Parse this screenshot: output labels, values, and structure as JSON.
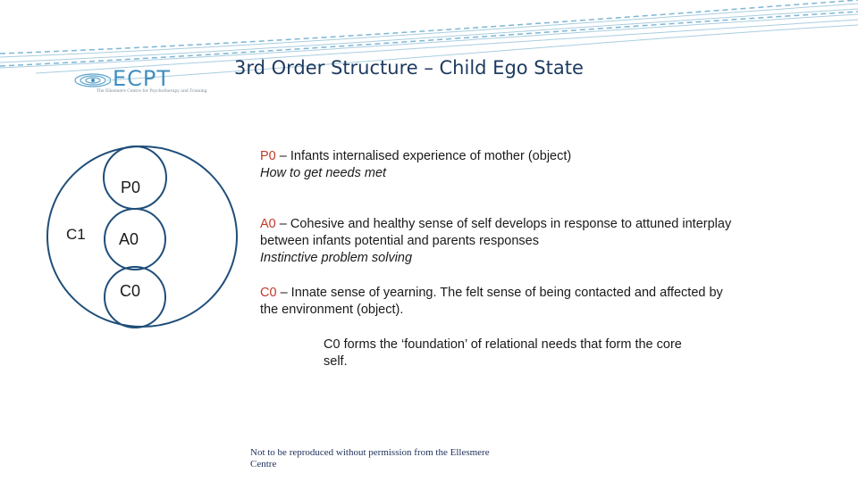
{
  "header": {
    "logo_text": "ECPT",
    "logo_subtext": "The Ellesmere Centre for Psychotherapy and Training",
    "title": "3rd Order Structure – Child Ego State"
  },
  "diagram": {
    "outer_label": "C1",
    "inner_labels": [
      "P0",
      "A0",
      "C0"
    ],
    "stroke_color": "#1f4e79"
  },
  "descriptions": {
    "p0": {
      "code": "P0",
      "text": " – Infants internalised experience of   mother (object)",
      "subtext": "How to get needs met"
    },
    "a0": {
      "code": "A0",
      "line1": " – Cohesive and healthy sense of self develops in response to attuned interplay",
      "line2": "between infants potential and parents responses",
      "subtext": "Instinctive problem solving"
    },
    "c0": {
      "code": "C0",
      "line1": " – Innate sense of yearning. The felt sense of being contacted and affected by",
      "line2": "the environment (object)."
    },
    "note": {
      "line1": "C0 forms the ‘foundation’ of relational needs that form the core",
      "line2": "self."
    }
  },
  "footer": {
    "line1": "Not to be reproduced without permission from the Ellesmere",
    "line2": "Centre"
  },
  "colors": {
    "title": "#1e3a5f",
    "accent_red": "#c0392b",
    "diagram_stroke": "#1f4e79",
    "deco_lines": "#a9cde0"
  }
}
